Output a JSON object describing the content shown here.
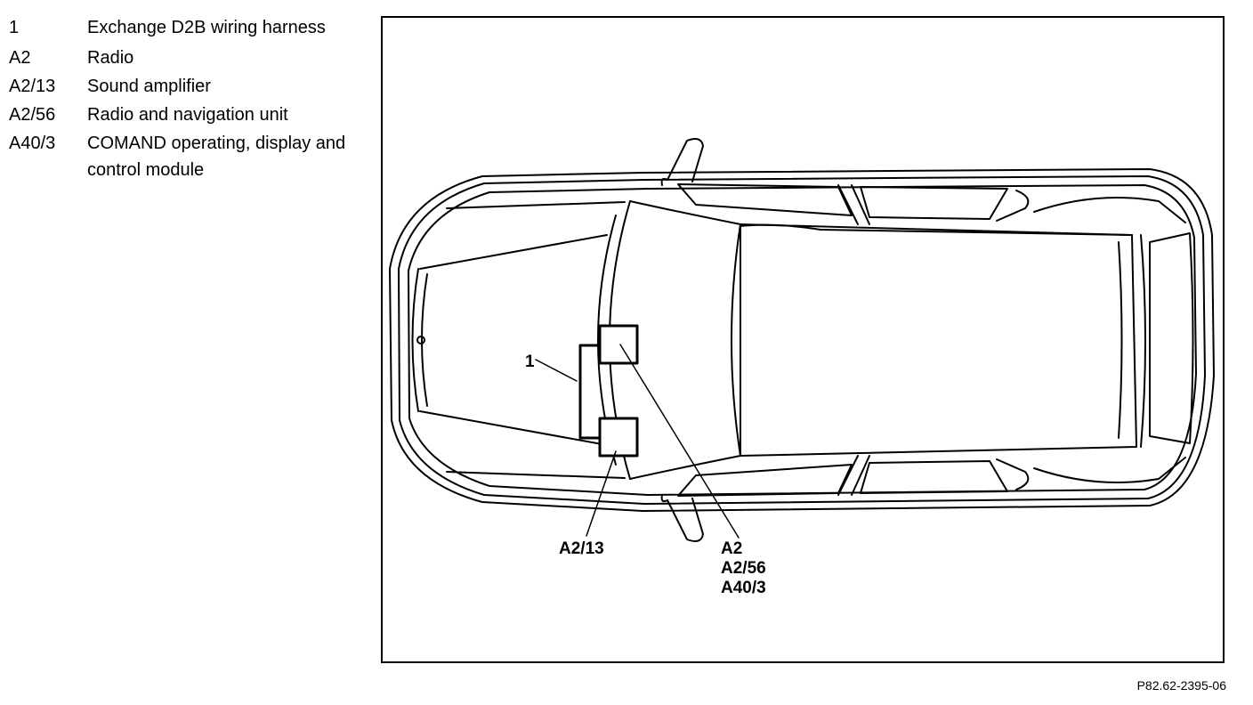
{
  "legend": [
    {
      "code": "1",
      "desc": "Exchange D2B wiring harness"
    },
    {
      "code": "A2",
      "desc": "Radio"
    },
    {
      "code": "A2/13",
      "desc": "Sound amplifier"
    },
    {
      "code": "A2/56",
      "desc": "Radio and navigation unit"
    },
    {
      "code": "A40/3",
      "desc": "COMAND operating, display and control module"
    }
  ],
  "callouts": {
    "harness": "1",
    "amp": "A2/13",
    "radio": "A2",
    "nav": "A2/56",
    "comand": "A40/3"
  },
  "reference": "P82.62-2395-06"
}
